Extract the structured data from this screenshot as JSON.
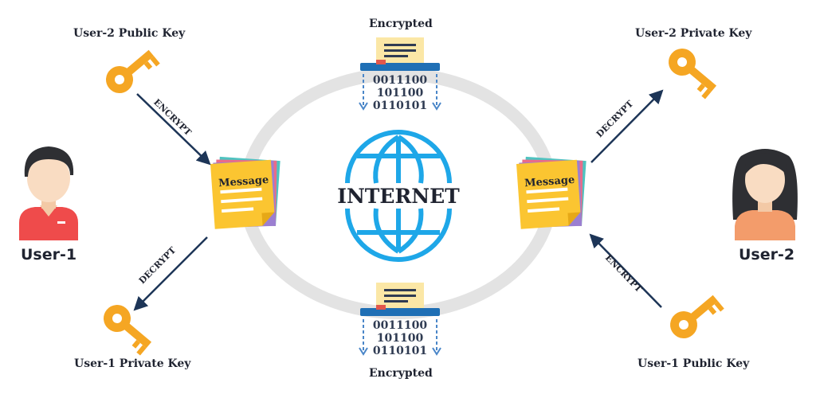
{
  "center": {
    "label": "INTERNET"
  },
  "encrypted": {
    "top": "Encrypted",
    "bottom": "Encrypted"
  },
  "keys": {
    "user2_public": "User-2 Public Key",
    "user1_private": "User-1 Private Key",
    "user2_private": "User-2 Private Key",
    "user1_public": "User-1 Public Key"
  },
  "users": {
    "left": "User-1",
    "right": "User-2"
  },
  "messages": {
    "left": "Message",
    "right": "Message"
  },
  "arrows": {
    "left_top": "ENCRYPT",
    "left_bottom": "DECRYPT",
    "right_top": "DECRYPT",
    "right_bottom": "ENCRYPT"
  },
  "colors": {
    "ring": "#e3e3e3",
    "globe": "#1ea7e8",
    "key": "#f5a623",
    "arrow": "#1d3557",
    "note": "#fbc531",
    "user1_shirt": "#ef4b4b",
    "user2_shirt": "#f39c6b"
  }
}
